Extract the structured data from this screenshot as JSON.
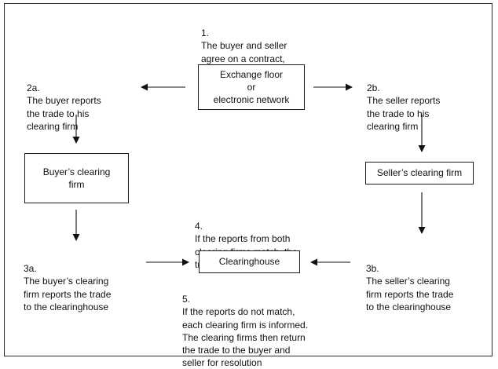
{
  "diagram": {
    "steps": {
      "s1": {
        "num": "1.",
        "text": "The buyer and seller\nagree on a contract,\nquantity, and price"
      },
      "s2a": {
        "num": "2a.",
        "text": "The buyer reports\nthe trade to his\nclearing firm"
      },
      "s2b": {
        "num": "2b.",
        "text": "The seller reports\nthe trade to his\nclearing firm"
      },
      "s3a": {
        "num": "3a.",
        "text": "The buyer’s clearing\nfirm reports the trade\nto the clearinghouse"
      },
      "s3b": {
        "num": "3b.",
        "text": "The seller’s clearing\nfirm reports the trade\nto the clearinghouse"
      },
      "s4": {
        "num": "4.",
        "text": "If the reports from both\nclearing firms match, the\ntrade becomes official"
      },
      "s5": {
        "num": "5.",
        "text": "If the reports do not match,\neach clearing firm is informed.\nThe clearing firms then return\nthe trade to the buyer and\nseller for resolution"
      }
    },
    "boxes": {
      "exchange": "Exchange floor\nor\nelectronic network",
      "buyer_clearing": "Buyer’s clearing\nfirm",
      "seller_clearing": "Seller’s clearing firm",
      "clearinghouse": "Clearinghouse"
    }
  }
}
